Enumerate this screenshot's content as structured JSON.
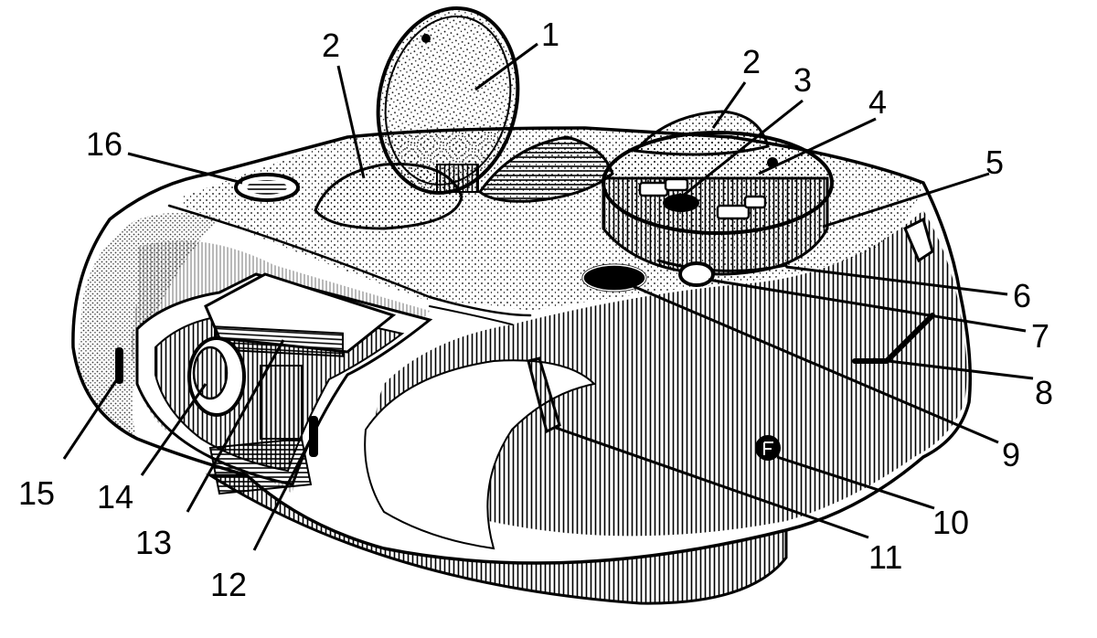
{
  "callouts": [
    "1",
    "2",
    "2",
    "3",
    "4",
    "5",
    "6",
    "7",
    "8",
    "9",
    "10",
    "11",
    "12",
    "13",
    "14",
    "15",
    "16"
  ],
  "colors": {
    "ink": "#000000",
    "paper": "#ffffff"
  }
}
